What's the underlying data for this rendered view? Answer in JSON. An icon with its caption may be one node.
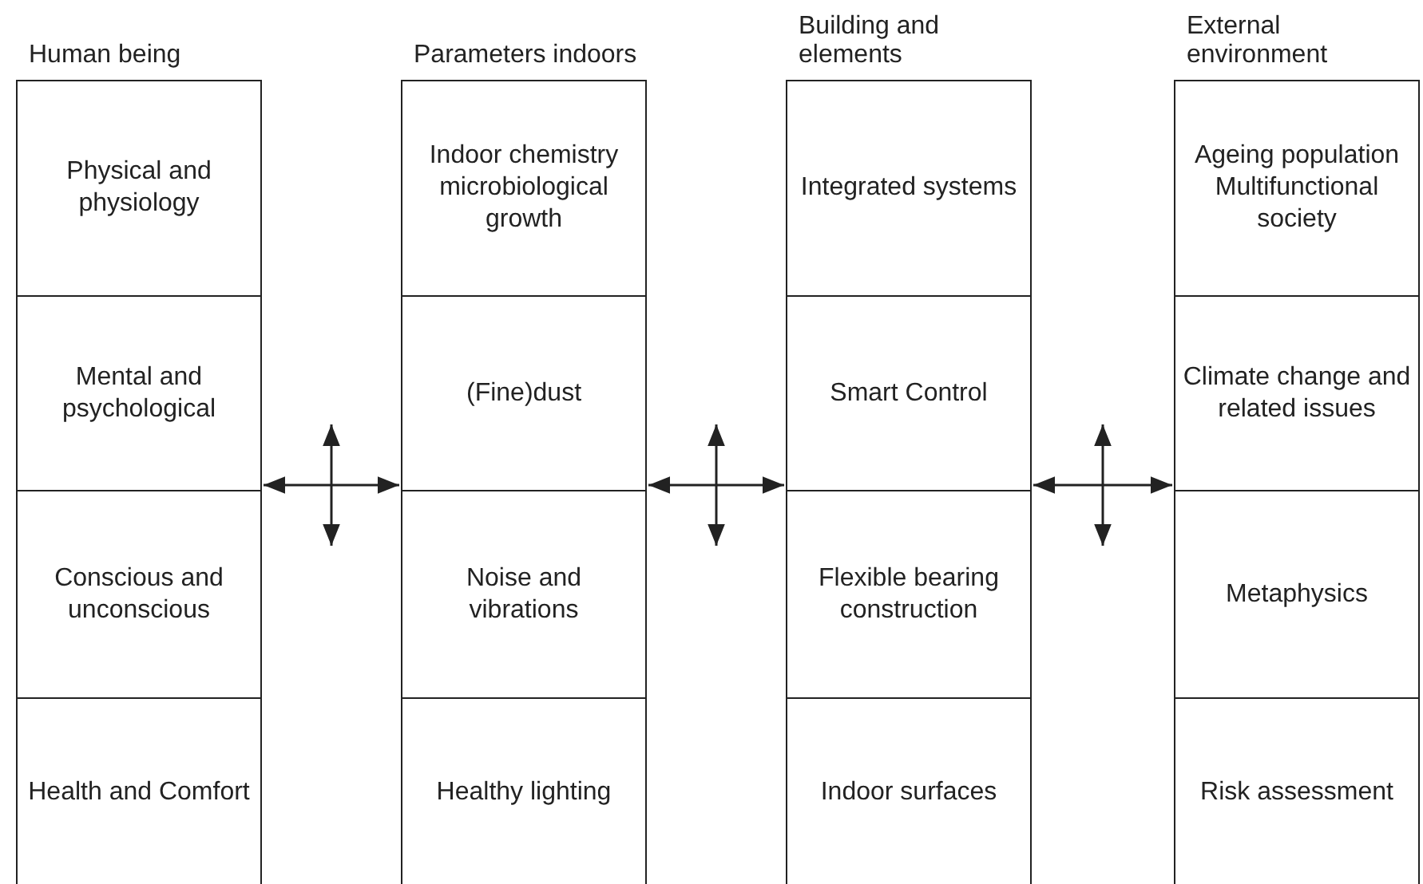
{
  "diagram": {
    "nodes": [
      {
        "text": [
          "Human being"
        ]
      },
      {
        "text": [
          "Physical and physiology"
        ],
        "in": 0
      },
      {
        "text": [
          "Mental and psychological"
        ],
        "in": 0
      },
      {
        "text": [
          "Conscious and unconscious"
        ],
        "in": 0
      },
      {
        "text": [
          "Health and Comfort"
        ],
        "in": 0
      },
      {
        "text": [
          "Parameters indoors"
        ]
      },
      {
        "text": [
          "Indoor chemistry microbiological growth"
        ],
        "in": 5
      },
      {
        "text": [
          "(Fine)dust"
        ],
        "in": 5
      },
      {
        "text": [
          "Noise and vibrations"
        ],
        "in": 5
      },
      {
        "text": [
          "Healthy lighting"
        ],
        "in": 5
      },
      {
        "text": [
          "Building and elements"
        ]
      },
      {
        "text": [
          "Integrated systems"
        ],
        "in": 10
      },
      {
        "text": [
          "Smart Control"
        ],
        "in": 10
      },
      {
        "text": [
          "Flexible bearing construction"
        ],
        "in": 10
      },
      {
        "text": [
          "Indoor surfaces"
        ],
        "in": 10
      },
      {
        "text": [
          "External environment"
        ]
      },
      {
        "text": [
          "Ageing population Multifunctional society"
        ],
        "in": 15
      },
      {
        "text": [
          "Climate change and related issues"
        ],
        "in": 15
      },
      {
        "text": [
          "Metaphysics"
        ],
        "in": 15
      },
      {
        "text": [
          "Risk assessment"
        ],
        "in": 15
      }
    ],
    "edges": [
      {
        "from": 0,
        "to": 5,
        "arrow": "both"
      },
      {
        "from": 5,
        "to": 10,
        "arrow": "both"
      },
      {
        "from": 10,
        "to": 15,
        "arrow": "both"
      }
    ]
  }
}
